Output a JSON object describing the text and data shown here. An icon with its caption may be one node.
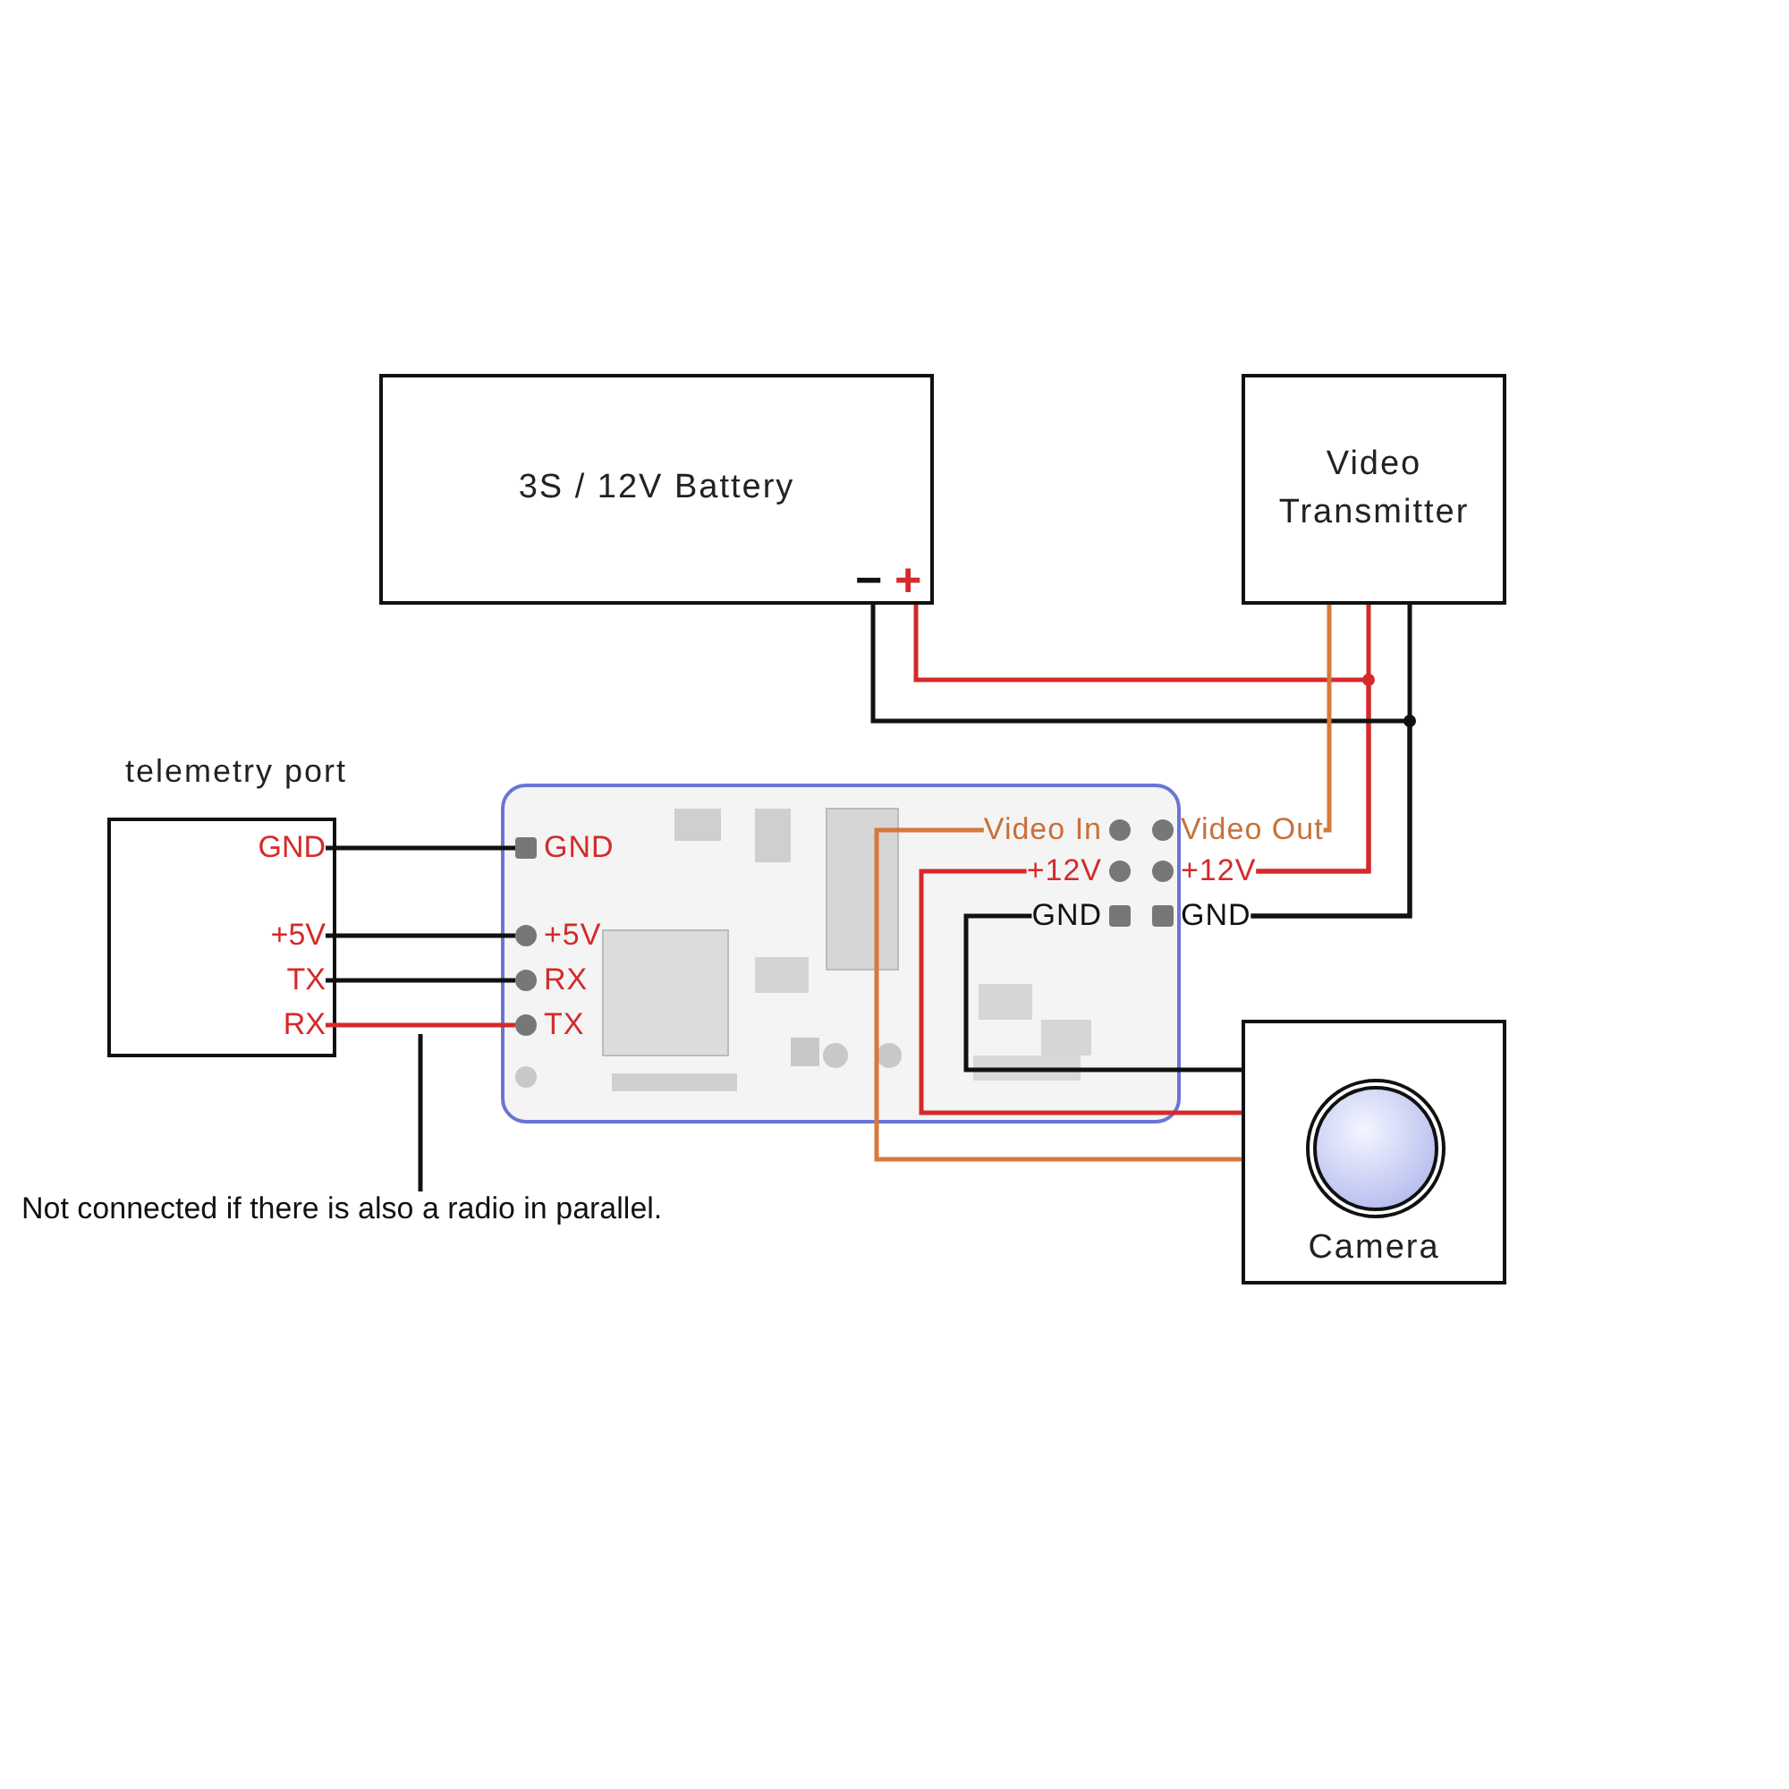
{
  "diagram": {
    "nodes": [
      {
        "text": [
          "3S / 12V Battery"
        ]
      },
      {
        "text": [
          "Video Transmitter"
        ]
      },
      {
        "text": [
          "telemetry port"
        ]
      },
      {
        "text": [
          "GND"
        ],
        "in": 2
      },
      {
        "text": [
          "+5V"
        ],
        "in": 2
      },
      {
        "text": [
          "TX"
        ],
        "in": 2
      },
      {
        "text": [
          "RX"
        ],
        "in": 2
      },
      {
        "text": [],
        "shape": "picture"
      },
      {
        "text": [
          "GND"
        ],
        "in": 7
      },
      {
        "text": [
          "+5V"
        ],
        "in": 7
      },
      {
        "text": [
          "RX"
        ],
        "in": 7
      },
      {
        "text": [
          "TX"
        ],
        "in": 7
      },
      {
        "text": [
          "Video In"
        ],
        "in": 7
      },
      {
        "text": [
          "+12V"
        ],
        "in": 7
      },
      {
        "text": [
          "GND"
        ],
        "in": 7
      },
      {
        "text": [
          "Video Out"
        ],
        "in": 7
      },
      {
        "text": [
          "+12V"
        ],
        "in": 7
      },
      {
        "text": [
          "GND"
        ],
        "in": 7
      },
      {
        "text": [
          "Camera"
        ]
      },
      {
        "text": [
          "Not connected if there is also a radio in parallel."
        ]
      }
    ],
    "edges": [
      {
        "from": 3,
        "to": 8,
        "arrow": "none"
      },
      {
        "from": 4,
        "to": 9,
        "arrow": "none"
      },
      {
        "from": 5,
        "to": 10,
        "arrow": "none"
      },
      {
        "from": 6,
        "to": 11,
        "arrow": "none",
        "color": "#d42a2a"
      },
      {
        "from": 0,
        "to": 16,
        "arrow": "none",
        "color": "#d42a2a"
      },
      {
        "from": 1,
        "to": 16,
        "arrow": "none",
        "color": "#d42a2a"
      },
      {
        "from": 0,
        "to": 17,
        "arrow": "none"
      },
      {
        "from": 1,
        "to": 17,
        "arrow": "none"
      },
      {
        "from": 15,
        "to": 1,
        "arrow": "none",
        "color": "#d9773a"
      },
      {
        "from": 12,
        "to": 18,
        "arrow": "none",
        "color": "#d9773a"
      },
      {
        "from": 13,
        "to": 18,
        "arrow": "none",
        "color": "#d42a2a"
      },
      {
        "from": 14,
        "to": 18,
        "arrow": "none"
      },
      {
        "from": 19,
        "to": null,
        "arrow": "none"
      }
    ],
    "labels": [
      "−",
      "+"
    ]
  }
}
